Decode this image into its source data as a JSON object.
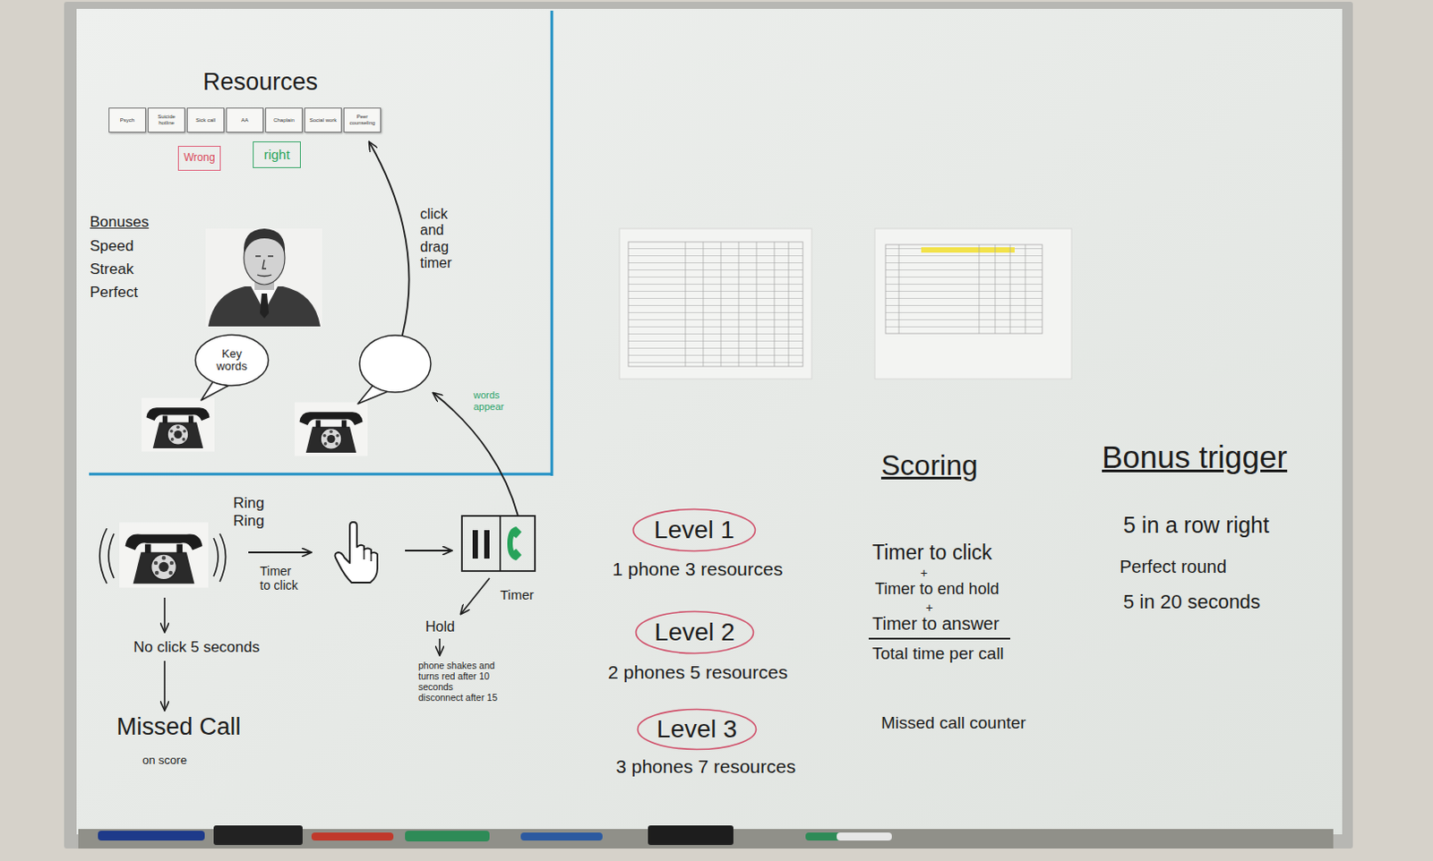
{
  "diagram": {
    "nodes": [
      {
        "text": [
          "Psych"
        ]
      },
      {
        "text": [
          "Suicide hotline"
        ]
      },
      {
        "text": [
          "Sick call"
        ]
      },
      {
        "text": [
          "AA"
        ]
      },
      {
        "text": [
          "Chaplain"
        ]
      },
      {
        "text": [
          "Social work"
        ]
      },
      {
        "text": [
          "Peer counseling"
        ]
      },
      {
        "text": [
          "Wrong"
        ]
      },
      {
        "text": [
          "right"
        ]
      },
      {
        "text": [
          "Key words"
        ]
      },
      {
        "text": [
          "Level 1"
        ]
      },
      {
        "text": [
          "Level 2"
        ]
      },
      {
        "text": [
          "Level 3"
        ]
      }
    ],
    "labels": [
      "Resources",
      "Bonuses",
      "Speed",
      "Streak",
      "Perfect",
      "click and drag timer",
      "words appear",
      "Ring Ring",
      "Timer to click",
      "No click 5 seconds",
      "Missed Call",
      "on score",
      "Timer",
      "Hold",
      "phone shakes and turns red after 10 seconds disconnect after 15",
      "1 phone 3 resources",
      "2 phones 5 resources",
      "3 phones 7 resources",
      "Scoring",
      "Timer to click",
      "+",
      "Timer to end hold",
      "+",
      "Timer to answer",
      "Total time per call",
      "Missed call counter",
      "Bonus trigger",
      "5 in a row right",
      "Perfect round",
      "5 in 20 seconds"
    ]
  }
}
